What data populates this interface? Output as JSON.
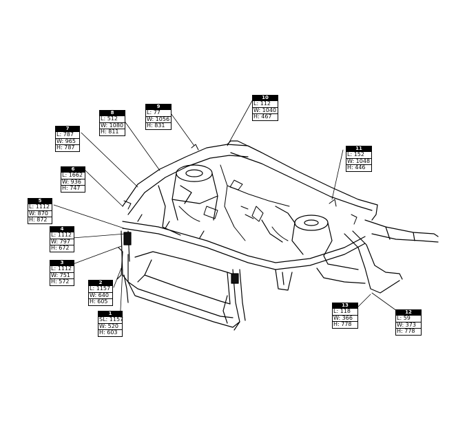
{
  "figure": "car front-end body structure with measurement points",
  "points": [
    {
      "id": "1",
      "lines": [
        "SL: 1157",
        "W: 520",
        "H: 603"
      ]
    },
    {
      "id": "2",
      "lines": [
        "L: 1157",
        "W: 640",
        "H: 605"
      ]
    },
    {
      "id": "3",
      "lines": [
        "L: 1112",
        "W: 751",
        "H: 572"
      ]
    },
    {
      "id": "4",
      "lines": [
        "L: 1112",
        "W: 797",
        "H: 672"
      ]
    },
    {
      "id": "5",
      "lines": [
        "L: 1112",
        "W: 870",
        "H: 872"
      ]
    },
    {
      "id": "6",
      "lines": [
        "L: 1662",
        "W: 936",
        "H: 747"
      ]
    },
    {
      "id": "7",
      "lines": [
        "L: 787",
        "W: 965",
        "H: 787"
      ]
    },
    {
      "id": "8",
      "lines": [
        "L: 512",
        "W: 1080",
        "H: 811"
      ]
    },
    {
      "id": "9",
      "lines": [
        "L: 77",
        "W: 1056",
        "H: 831"
      ]
    },
    {
      "id": "10",
      "lines": [
        "L: 112",
        "W: 1040",
        "H: 467"
      ]
    },
    {
      "id": "11",
      "lines": [
        "L: 152",
        "W: 1048",
        "H: 446"
      ]
    },
    {
      "id": "12",
      "lines": [
        "L: 59",
        "W: 373",
        "H: 778"
      ]
    },
    {
      "id": "13",
      "lines": [
        "L: 118",
        "W: 366",
        "H: 778"
      ]
    }
  ]
}
